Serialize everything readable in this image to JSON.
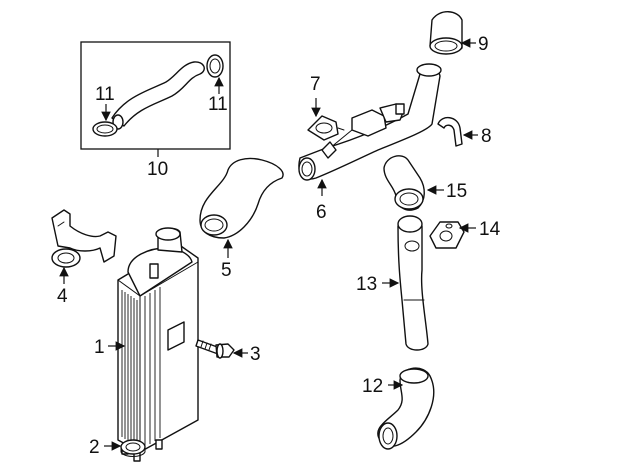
{
  "callouts": {
    "c1": "1",
    "c2": "2",
    "c3": "3",
    "c4": "4",
    "c5": "5",
    "c6": "6",
    "c7": "7",
    "c8": "8",
    "c9": "9",
    "c10": "10",
    "c11a": "11",
    "c11b": "11",
    "c12": "12",
    "c13": "13",
    "c14": "14",
    "c15": "15"
  },
  "colors": {
    "line": "#111111",
    "background": "#ffffff"
  }
}
